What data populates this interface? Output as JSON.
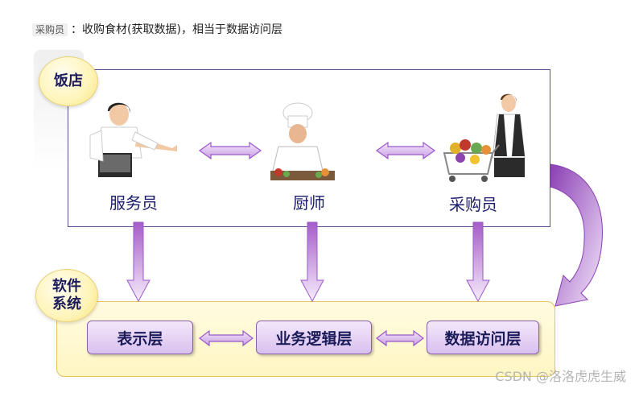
{
  "caption": {
    "tag": "采购员",
    "text": "：收购食材(获取数据)，相当于数据访问层"
  },
  "restaurant": {
    "title": "饭店",
    "roles": [
      {
        "label": "服务员"
      },
      {
        "label": "厨师"
      },
      {
        "label": "采购员"
      }
    ]
  },
  "software": {
    "title_line1": "软件",
    "title_line2": "系统",
    "layers": [
      {
        "label": "表示层"
      },
      {
        "label": "业务逻辑层"
      },
      {
        "label": "数据访问层"
      }
    ]
  },
  "watermark": "CSDN @洛洛虎虎生威",
  "colors": {
    "arrow_purple": "#9b59c9",
    "arrow_light": "#efdcf7",
    "box_border": "#5a4e8c",
    "label_text": "#1b1b6b"
  }
}
